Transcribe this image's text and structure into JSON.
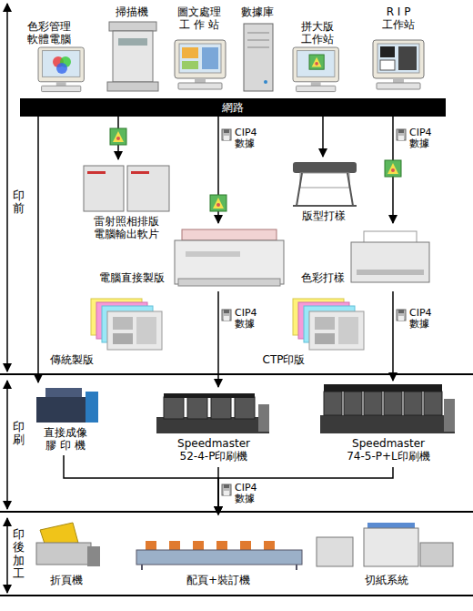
{
  "diagram": {
    "nodes": [
      {
        "text": [
          "印前"
        ]
      },
      {
        "text": [
          "色彩管理軟體電腦"
        ],
        "in": 0
      },
      {
        "text": [
          "掃描機"
        ],
        "in": 0
      },
      {
        "text": [
          "圖文處理 工 作 站"
        ],
        "in": 0
      },
      {
        "text": [
          "數據庫"
        ],
        "in": 0
      },
      {
        "text": [
          "拼大版工作站"
        ],
        "in": 0
      },
      {
        "text": [
          "R I P 工作站"
        ],
        "in": 0
      },
      {
        "text": [
          "網路"
        ],
        "in": 0
      },
      {
        "text": [
          "雷射照相排版電腦輸出軟片"
        ],
        "in": 0
      },
      {
        "text": [
          "電腦直接製版"
        ],
        "in": 0
      },
      {
        "text": [
          "版型打樣"
        ],
        "in": 0
      },
      {
        "text": [
          "色彩打樣"
        ],
        "in": 0
      },
      {
        "text": [
          "傳統製版"
        ],
        "in": 0
      },
      {
        "text": [
          "CTP印版"
        ],
        "in": 0
      },
      {
        "text": [
          "印刷"
        ]
      },
      {
        "text": [
          "直接成像 膠 印 機"
        ],
        "in": 14
      },
      {
        "text": [
          "Speedmaster 52-4-P印刷機"
        ],
        "in": 14
      },
      {
        "text": [
          "Speedmaster 74-5-P+L印刷機"
        ],
        "in": 14
      },
      {
        "text": [
          "印後加工"
        ]
      },
      {
        "text": [
          "折頁機"
        ],
        "in": 18
      },
      {
        "text": [
          "配頁+裝訂機"
        ],
        "in": 18
      },
      {
        "text": [
          "切紙系統"
        ],
        "in": 18
      }
    ],
    "edges": [
      {
        "from": 7,
        "to": 8,
        "arrow": "to"
      },
      {
        "from": 7,
        "to": 9,
        "arrow": "to"
      },
      {
        "from": 7,
        "to": 10,
        "arrow": "to"
      },
      {
        "from": 7,
        "to": 11,
        "arrow": "to"
      },
      {
        "from": 7,
        "to": 15,
        "arrow": "to"
      },
      {
        "from": 9,
        "to": 16,
        "arrow": "to"
      },
      {
        "from": 11,
        "to": 17,
        "arrow": "to"
      },
      {
        "from": 15,
        "to": 18,
        "arrow": "to"
      },
      {
        "from": 16,
        "to": 18,
        "arrow": "to"
      },
      {
        "from": 17,
        "to": 18,
        "arrow": "to"
      }
    ],
    "labels": [
      "CIP4 數據",
      "CIP4 數據",
      "CIP4 數據",
      "CIP4 數據",
      "CIP4 數據"
    ]
  }
}
